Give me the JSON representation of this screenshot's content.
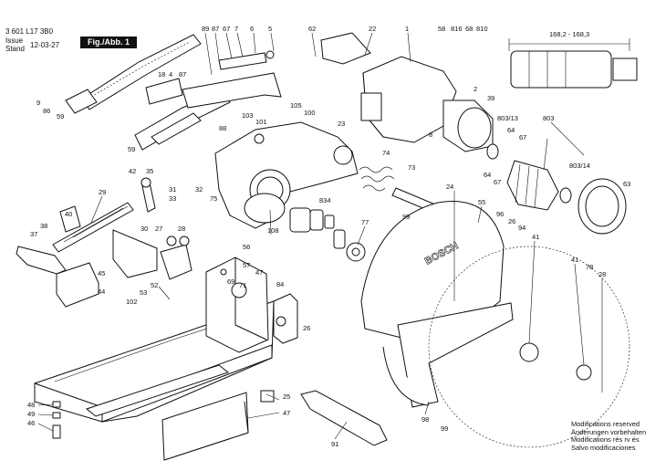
{
  "header": {
    "doc_number": "3 601 L17 3B0",
    "issue_label": "Issue",
    "stand_label": "Stand",
    "date": "12-03-27",
    "figure": "Fig./Abb. 1"
  },
  "dimension": "168,2 - 168,3",
  "brand": "BOSCH",
  "modifications_note": [
    "Modifications reserved",
    "Änderungen vorbehalten",
    "Modifications rés rv és",
    "Salvo modificaciones"
  ],
  "callouts": [
    "89",
    "87",
    "67",
    "7",
    "6",
    "5",
    "62",
    "22",
    "1",
    "58",
    "816",
    "68",
    "810",
    "18",
    "4",
    "87",
    "9",
    "86",
    "59",
    "2",
    "39",
    "803/13",
    "803",
    "105",
    "100",
    "103",
    "101",
    "88",
    "59",
    "8",
    "23",
    "64",
    "67",
    "64",
    "67",
    "803/14",
    "63",
    "74",
    "73",
    "42",
    "35",
    "31",
    "33",
    "32",
    "75",
    "29",
    "834",
    "24",
    "55",
    "40",
    "96",
    "26",
    "94",
    "41",
    "38",
    "37",
    "99",
    "77",
    "108",
    "30",
    "27",
    "28",
    "56",
    "57",
    "69",
    "71",
    "47",
    "84",
    "45",
    "44",
    "52",
    "53",
    "102",
    "41",
    "78",
    "28",
    "26",
    "25",
    "47",
    "48",
    "49",
    "46",
    "98",
    "99",
    "91"
  ]
}
